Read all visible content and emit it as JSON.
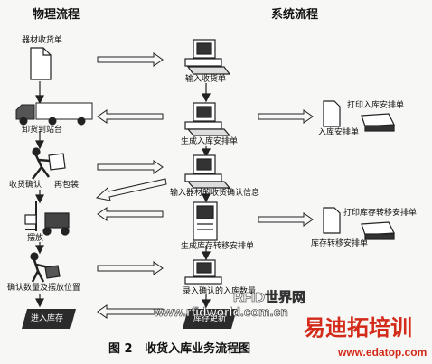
{
  "headers": {
    "physical": "物理流程",
    "system": "系统流程"
  },
  "physical_steps": [
    {
      "label": "器材收货单",
      "icon": "document-icon"
    },
    {
      "label": "卸货到站台",
      "icon": "truck-icon"
    },
    {
      "label": "收货确认",
      "label2": "再包装",
      "icon": "worker-box-icon"
    },
    {
      "label": "摆放",
      "icon": "forklift-icon"
    },
    {
      "label": "确认数量及摆放位置",
      "icon": "worker-pallet-icon"
    },
    {
      "label": "进入库存",
      "icon": "stock-icon"
    }
  ],
  "system_steps": [
    {
      "label": "输入收货单",
      "icon": "computer-icon"
    },
    {
      "label": "生成入库安排单",
      "icon": "computer-icon"
    },
    {
      "label": "输入器材的收货确认信息",
      "icon": "computer-icon"
    },
    {
      "label": "生成库存转移安排单",
      "icon": "server-icon"
    },
    {
      "label": "录入确认的入库数量",
      "icon": "computer-icon"
    },
    {
      "label": "库存更新",
      "icon": "stock-update-icon"
    }
  ],
  "outputs": [
    {
      "print_label": "打印入库安排单",
      "doc_label": "入库安排单"
    },
    {
      "print_label": "打印库存转移安排单",
      "doc_label": "库存转移安排单"
    }
  ],
  "caption": "图 2   收货入库业务流程图",
  "watermarks": {
    "rfid_cn": "RFID世界网",
    "rfid_url": "www.rfidworld.com.cn",
    "edatop_cn": "易迪拓培训",
    "edatop_url": "www.edatop.com"
  },
  "colors": {
    "watermark_red": "#d42a1a",
    "ink": "#111111",
    "watermark_grey": "#ffffff"
  }
}
